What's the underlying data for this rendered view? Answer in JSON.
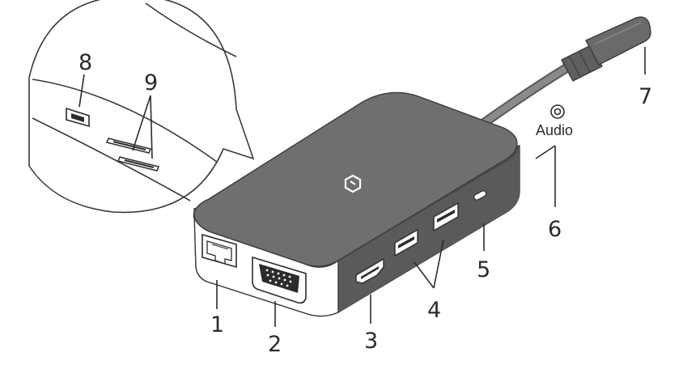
{
  "callouts": {
    "c1": "1",
    "c2": "2",
    "c3": "3",
    "c4": "4",
    "c5": "5",
    "c6": "6",
    "c7": "7",
    "c8": "8",
    "c9": "9"
  },
  "audio_label": "Audio",
  "colors": {
    "hub_top": "#6f6f6f",
    "hub_side": "#5a5a5a",
    "hub_front": "#4e4e4e",
    "outline": "#3a3a3a",
    "line": "#2b2b2b",
    "magnifier_bg": "#ffffff"
  },
  "icons": {
    "logo": "hub-logo-icon",
    "audio": "audio-jack-icon",
    "ethernet": "ethernet-port-icon",
    "vga": "vga-port-icon",
    "hdmi": "hdmi-port-icon",
    "usb": "usb-a-port-icon",
    "usb_c": "usb-c-port-icon",
    "sd": "sd-card-slot-icon",
    "microsd": "microsd-card-slot-icon",
    "cable": "usb-c-cable-icon"
  }
}
